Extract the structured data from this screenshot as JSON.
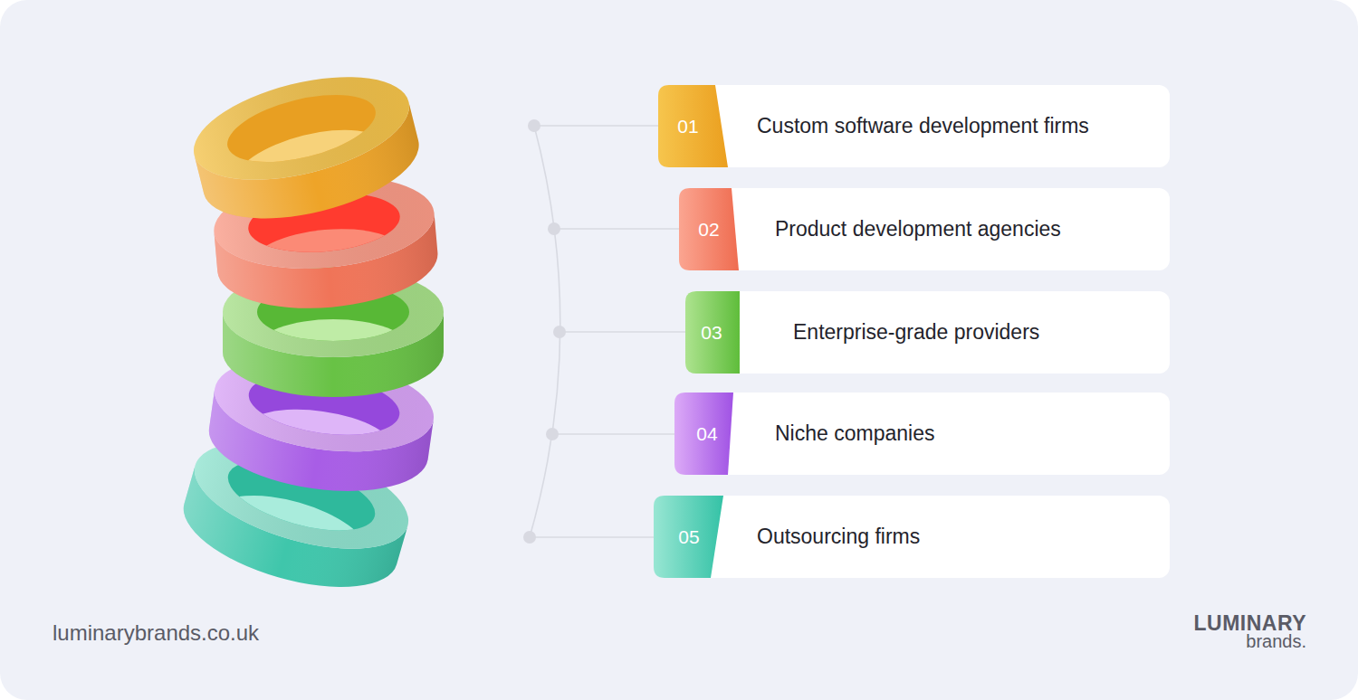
{
  "diagram": {
    "nodes": [
      {
        "text": [
          "01",
          "Custom software development firms"
        ]
      },
      {
        "text": [
          "02",
          "Product development agencies"
        ]
      },
      {
        "text": [
          "03",
          "Enterprise-grade providers"
        ]
      },
      {
        "text": [
          "04",
          "Niche companies"
        ]
      },
      {
        "text": [
          "05",
          "Outsourcing firms"
        ]
      }
    ],
    "labels": [
      "luminarybrands.co.uk",
      "LUMINARY",
      "brands."
    ]
  }
}
